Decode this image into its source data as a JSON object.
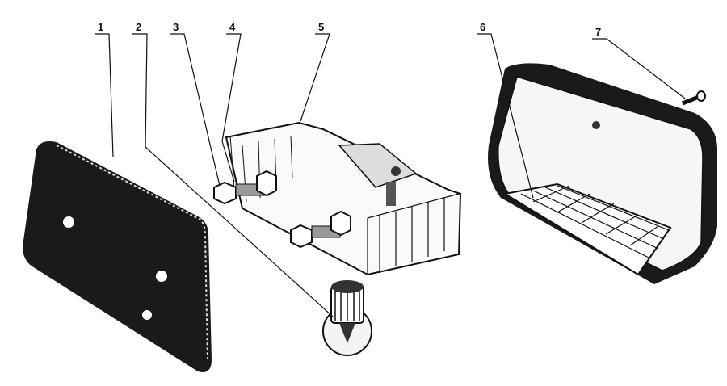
{
  "diagram": {
    "labels": [
      "1",
      "2",
      "3",
      "4",
      "5",
      "6",
      "7"
    ],
    "ink_color": "#111111",
    "paper_color": "#ffffff"
  }
}
